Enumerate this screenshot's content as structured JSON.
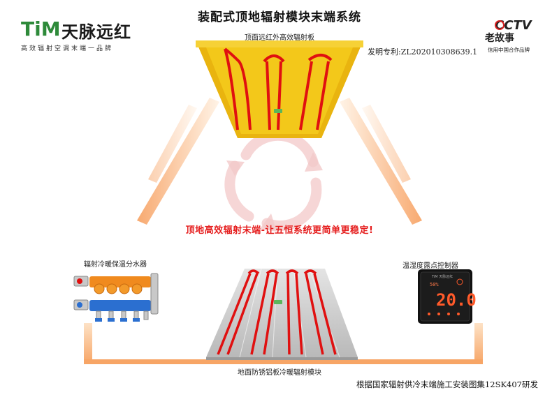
{
  "brand": {
    "logo_text": "TiM",
    "name": "天脉远红",
    "slogan": "高效辐射空调末端一品牌"
  },
  "page_title": "装配式顶地辐射模块末端系统",
  "patent": "发明专利:ZL202010308639.1",
  "cctv": {
    "logo_text": "CCTV",
    "program": "老故事",
    "slogan": "信用中国合作品牌"
  },
  "labels": {
    "ceiling": "顶面远红外高效辐射板",
    "manifold": "辐射冷暖保温分水器",
    "controller": "温湿度露点控制器",
    "floor": "地面防锈铝板冷暖辐射模块"
  },
  "slogan": "顶地高效辐射末端-让五恒系统更简单更稳定!",
  "controller_display": {
    "brand": "TiM 天脉远红",
    "humidity": "50%",
    "temperature": "20.0"
  },
  "footer": "根据国家辐射供冷末端施工安装图集12SK407研发",
  "colors": {
    "brand_green": "#2e8a3a",
    "cctv_red": "#d81e1e",
    "panel_yellow": "#f3c81a",
    "pipe_red": "#e01010",
    "arrow_orange": "#f28a3c",
    "slogan_red": "#e51d1d"
  }
}
